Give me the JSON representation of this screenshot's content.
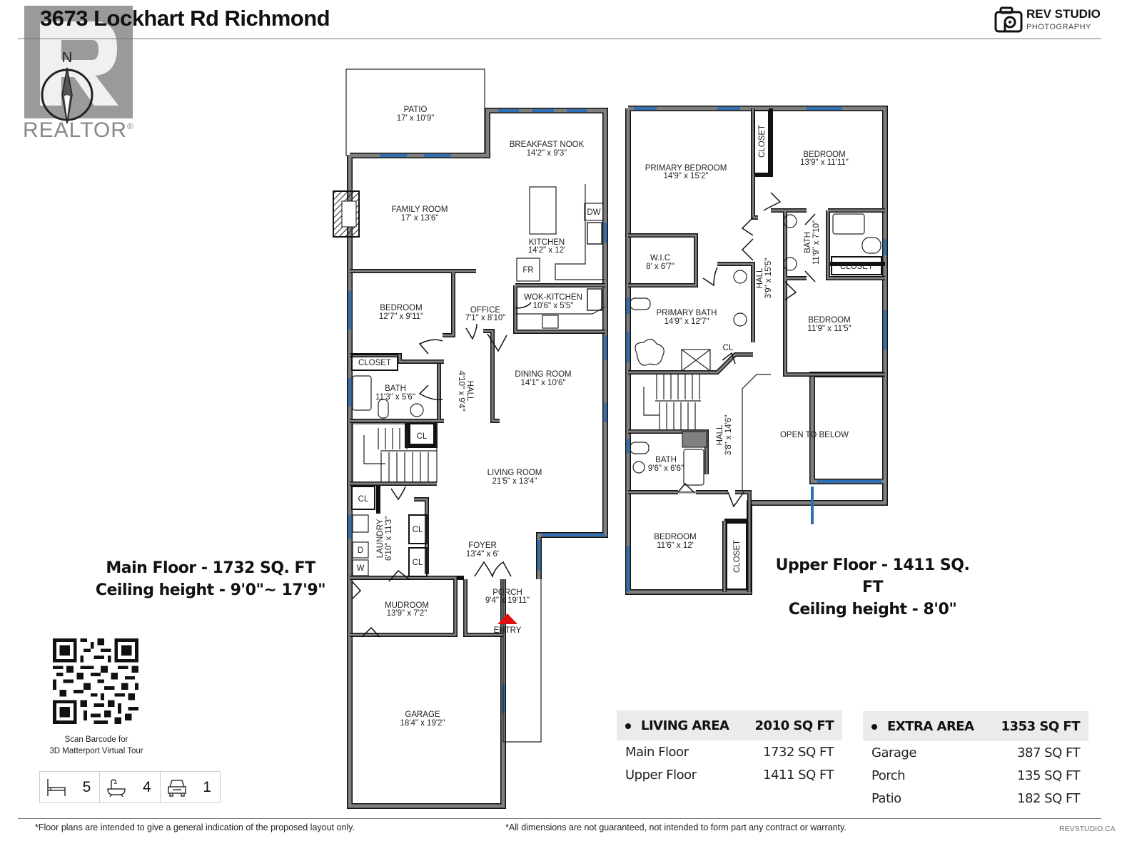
{
  "header": {
    "title": "3673 Lockhart Rd Richmond",
    "realtor_logo_text": "REALTOR",
    "realtor_mark": "®",
    "compass_label": "N",
    "brand_name": "REV STUDIO",
    "brand_sub": "PHOTOGRAPHY"
  },
  "main_floor": {
    "caption_line1": "Main Floor - 1732 SQ. FT",
    "caption_line2": "Ceiling height - 9'0\"~ 17'9\"",
    "rooms": [
      {
        "name": "PATIO",
        "size": "17' x 10'9\""
      },
      {
        "name": "BREAKFAST NOOK",
        "size": "14'2\" x 9'3\""
      },
      {
        "name": "FAMILY ROOM",
        "size": "17' x 13'6\""
      },
      {
        "name": "KITCHEN",
        "size": "14'2\" x 12'"
      },
      {
        "name": "WOK-KITCHEN",
        "size": "10'6\" x 5'5\""
      },
      {
        "name": "BEDROOM",
        "size": "12'7\" x 9'11\""
      },
      {
        "name": "OFFICE",
        "size": "7'1\" x 8'10\""
      },
      {
        "name": "DINING ROOM",
        "size": "14'1\" x 10'6\""
      },
      {
        "name": "BATH",
        "size": "11'3\" x 5'6\""
      },
      {
        "name": "HALL",
        "size": "4'10\" x 9'4\""
      },
      {
        "name": "LIVING ROOM",
        "size": "21'5\" x 13'4\""
      },
      {
        "name": "LAUNDRY",
        "size": "6'10\" x 11'3\""
      },
      {
        "name": "FOYER",
        "size": "13'4\" x 6'"
      },
      {
        "name": "PORCH",
        "size": "9'4\" x 19'11\""
      },
      {
        "name": "MUDROOM",
        "size": "13'9\" x 7'2\""
      },
      {
        "name": "GARAGE",
        "size": "18'4\" x 19'2\""
      }
    ],
    "fixtures": {
      "closet": "CLOSET",
      "cl": "CL",
      "dw": "DW",
      "fr": "FR",
      "dryer": "D",
      "washer": "W",
      "entry": "ENTRY"
    }
  },
  "upper_floor": {
    "caption_line1": "Upper Floor - 1411 SQ. FT",
    "caption_line2": "Ceiling height - 8'0\"",
    "rooms": [
      {
        "name": "PRIMARY BEDROOM",
        "size": "14'9\" x 15'2\""
      },
      {
        "name": "BEDROOM",
        "size": "13'9\" x 11'11\""
      },
      {
        "name": "W.I.C",
        "size": "8' x 6'7\""
      },
      {
        "name": "HALL",
        "size": "3'9\" x 15'5\""
      },
      {
        "name": "BATH",
        "size": "11'9\" x 7'10\""
      },
      {
        "name": "PRIMARY BATH",
        "size": "14'9\" x 12'7\""
      },
      {
        "name": "BEDROOM",
        "size": "11'9\" x 11'5\""
      },
      {
        "name": "HALL",
        "size": "3'8\" x 14'6\""
      },
      {
        "name": "OPEN TO BELOW",
        "size": ""
      },
      {
        "name": "BATH",
        "size": "9'6\" x 6'6\""
      },
      {
        "name": "BEDROOM",
        "size": "11'6\" x 12'"
      }
    ],
    "fixtures": {
      "closet": "CLOSET",
      "cl": "CL"
    }
  },
  "qr": {
    "caption_line1": "Scan Barcode for",
    "caption_line2": "3D Matterport Virtual Tour"
  },
  "stats": {
    "bedrooms": "5",
    "bathrooms": "4",
    "garage": "1"
  },
  "living_area": {
    "label": "LIVING AREA",
    "total": "2010 SQ FT",
    "rows": [
      {
        "label": "Main Floor",
        "value": "1732 SQ FT"
      },
      {
        "label": "Upper Floor",
        "value": "1411 SQ FT"
      }
    ]
  },
  "extra_area": {
    "label": "EXTRA AREA",
    "total": "1353 SQ FT",
    "rows": [
      {
        "label": "Garage",
        "value": "387 SQ FT"
      },
      {
        "label": "Porch",
        "value": "135 SQ FT"
      },
      {
        "label": "Patio",
        "value": "182 SQ FT"
      }
    ]
  },
  "footer": {
    "left": "*Floor plans are intended to give a general indication of the proposed layout only.",
    "center": "*All dimensions are not guaranteed, not intended to form part any contract or warranty.",
    "right": "REVSTUDIO.CA"
  },
  "colors": {
    "wall": "#7f7f7f",
    "wall_outline": "#111111",
    "window": "#2e6fb5",
    "entry_marker": "#e01010",
    "table_header_bg": "#ebebeb"
  }
}
